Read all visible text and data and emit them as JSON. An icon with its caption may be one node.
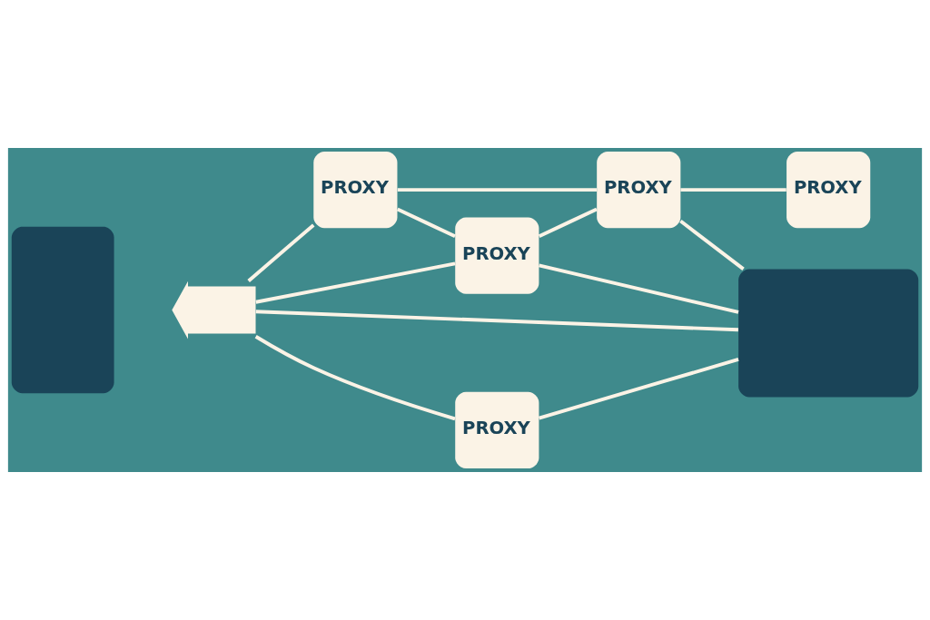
{
  "diagram": {
    "nodes": [
      {
        "text": [],
        "shape": "box"
      },
      {
        "text": [],
        "shape": "arrow"
      },
      {
        "text": [
          "PROXY"
        ]
      },
      {
        "text": [
          "PROXY"
        ]
      },
      {
        "text": [
          "PROXY"
        ]
      },
      {
        "text": [
          "PROXY"
        ]
      },
      {
        "text": [],
        "shape": "box"
      },
      {
        "text": [
          "PROXY"
        ]
      }
    ],
    "edges": [
      {
        "from": 1,
        "to": 2,
        "arrow": "none"
      },
      {
        "from": 1,
        "to": 4,
        "arrow": "none"
      },
      {
        "from": 1,
        "to": 6,
        "arrow": "none"
      },
      {
        "from": 1,
        "to": 7,
        "arrow": "none"
      },
      {
        "from": 2,
        "to": 4,
        "arrow": "none"
      },
      {
        "from": 2,
        "to": 3,
        "arrow": "none"
      },
      {
        "from": 4,
        "to": 3,
        "arrow": "none"
      },
      {
        "from": 3,
        "to": 5,
        "arrow": "none"
      },
      {
        "from": 3,
        "to": 6,
        "arrow": "none"
      },
      {
        "from": 4,
        "to": 6,
        "arrow": "none"
      },
      {
        "from": 7,
        "to": 6,
        "arrow": "none"
      }
    ]
  }
}
